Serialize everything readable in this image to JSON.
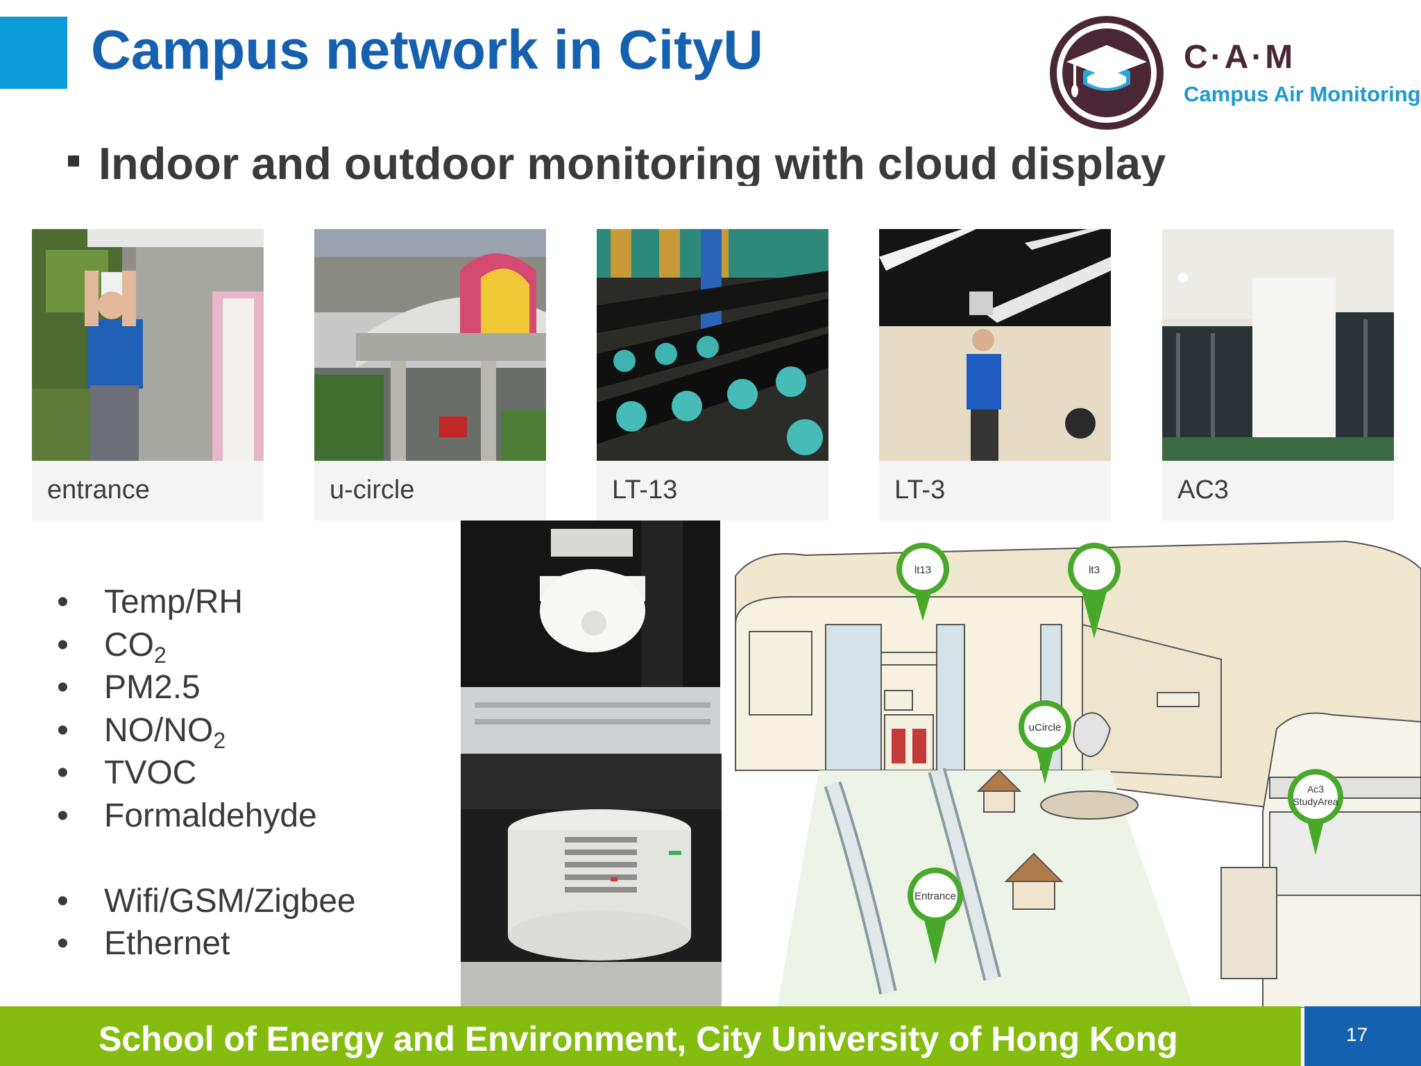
{
  "header": {
    "title": "Campus network in CityU",
    "subtitle": "Indoor and outdoor monitoring with cloud display"
  },
  "logo": {
    "acronym": "C·A·M",
    "name": "Campus Air Monitoring"
  },
  "photos": [
    {
      "caption": "entrance"
    },
    {
      "caption": "u-circle"
    },
    {
      "caption": "LT-13"
    },
    {
      "caption": "LT-3"
    },
    {
      "caption": "AC3"
    }
  ],
  "sensors": [
    {
      "main": "Temp/RH",
      "sub": ""
    },
    {
      "main": "CO",
      "sub": "2"
    },
    {
      "main": "PM2.5",
      "sub": ""
    },
    {
      "main": "NO/NO",
      "sub": "2"
    },
    {
      "main": "TVOC",
      "sub": ""
    },
    {
      "main": "Formaldehyde",
      "sub": ""
    }
  ],
  "connectivity": [
    "Wifi/GSM/Zigbee",
    "Ethernet"
  ],
  "map_pins": {
    "lt13": "lt13",
    "lt3": "lt3",
    "ucircle": "uCircle",
    "entrance": "Entrance",
    "ac3_line1": "Ac3",
    "ac3_line2": "StudyArea"
  },
  "footer": {
    "text": "School of Energy and Environment, City University of Hong Kong",
    "page_number": "17"
  },
  "colors": {
    "title_blue": "#1660b0",
    "accent_cyan": "#0a9bd8",
    "footer_green": "#84bc10",
    "logo_maroon": "#4b2735",
    "pin_green": "#47a82a"
  }
}
